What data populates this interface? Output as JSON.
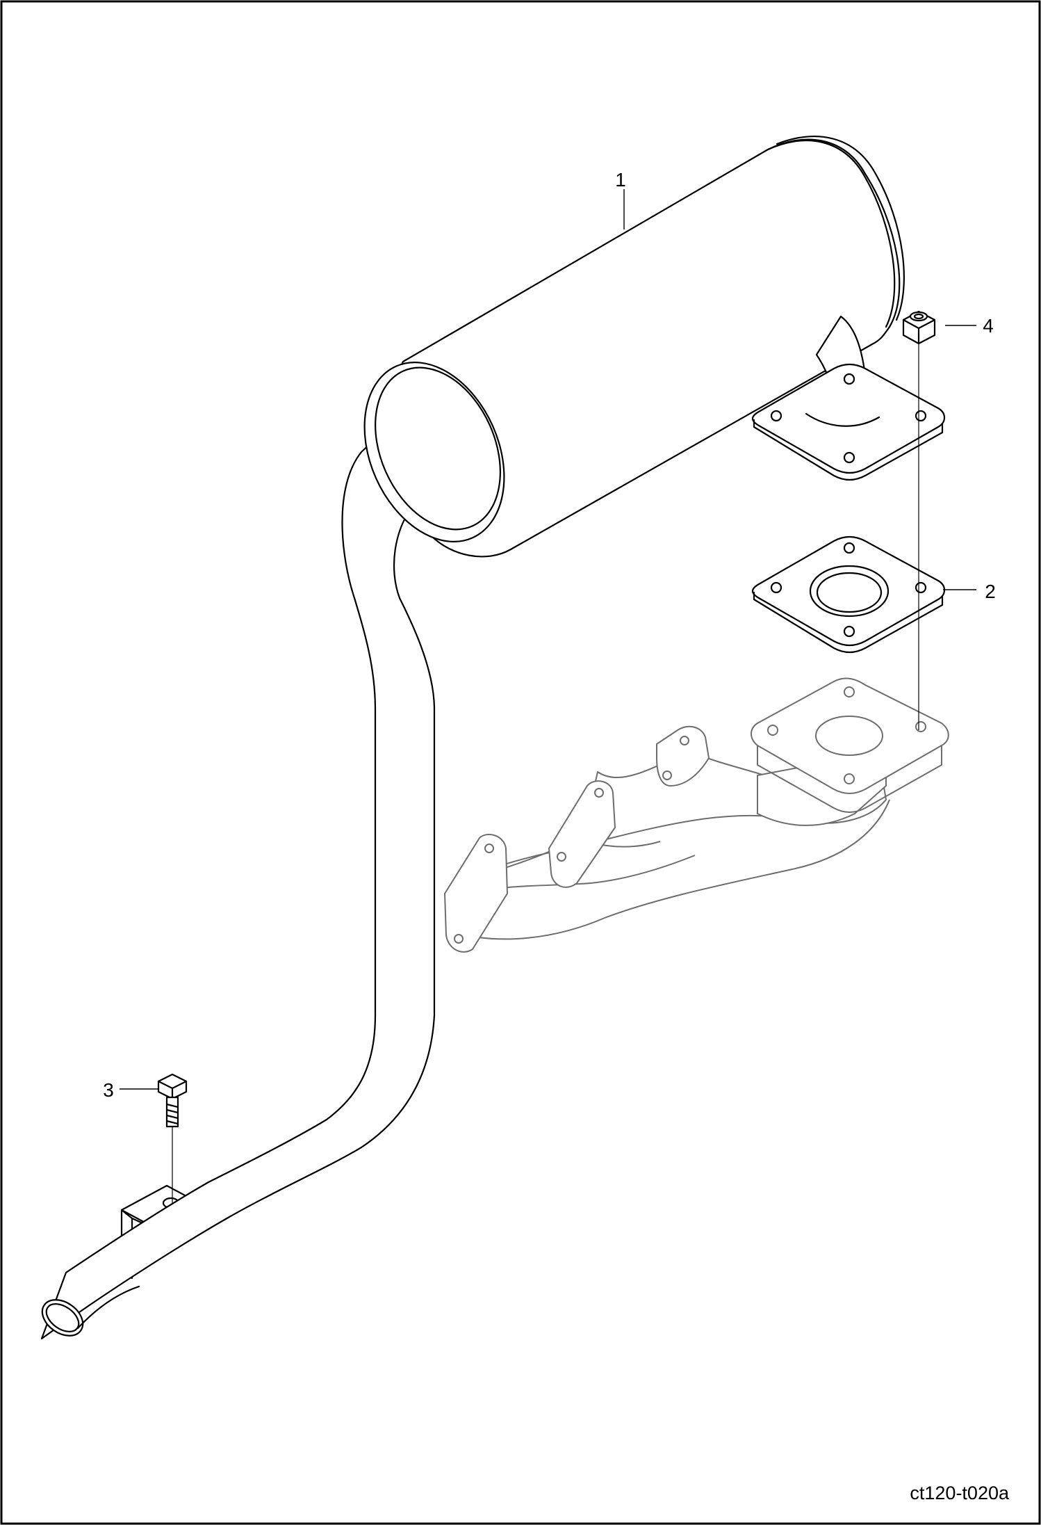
{
  "figure_code": "ct120-t020a",
  "callouts": [
    {
      "number": "1",
      "part": "muffler"
    },
    {
      "number": "2",
      "part": "gasket"
    },
    {
      "number": "3",
      "part": "bolt"
    },
    {
      "number": "4",
      "part": "nut"
    }
  ]
}
